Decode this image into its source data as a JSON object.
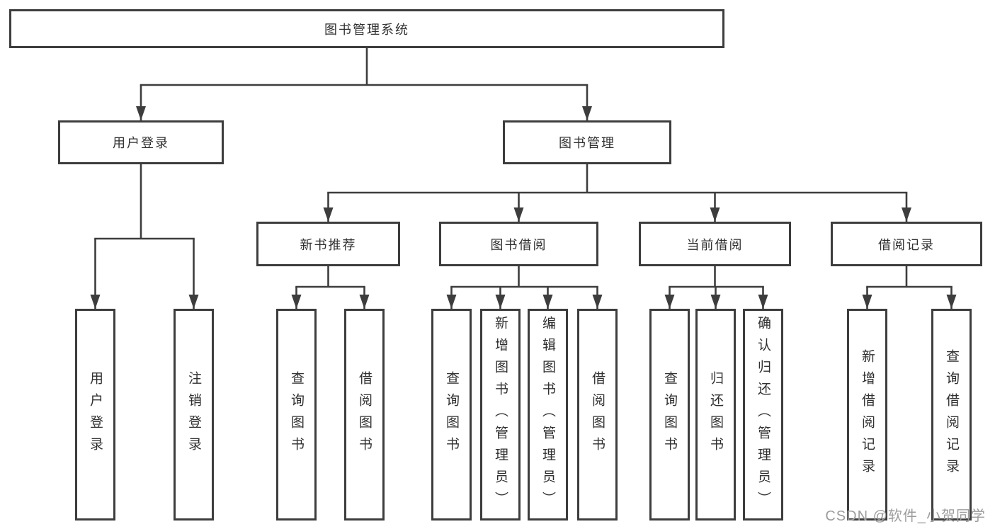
{
  "diagram": {
    "root": {
      "label": "图书管理系统"
    },
    "branches": [
      {
        "label": "用户登录",
        "leaves": [
          {
            "label": "用户登录"
          },
          {
            "label": "注销登录"
          }
        ]
      },
      {
        "label": "图书管理",
        "groups": [
          {
            "label": "新书推荐",
            "leaves": [
              {
                "label": "查询图书"
              },
              {
                "label": "借阅图书"
              }
            ]
          },
          {
            "label": "图书借阅",
            "leaves": [
              {
                "label": "查询图书"
              },
              {
                "label": "新增图书（管理员）"
              },
              {
                "label": "编辑图书（管理员）"
              },
              {
                "label": "借阅图书"
              }
            ]
          },
          {
            "label": "当前借阅",
            "leaves": [
              {
                "label": "查询图书"
              },
              {
                "label": "归还图书"
              },
              {
                "label": "确认归还（管理员）"
              }
            ]
          },
          {
            "label": "借阅记录",
            "leaves": [
              {
                "label": "新增借阅记录"
              },
              {
                "label": "查询借阅记录"
              }
            ]
          }
        ]
      }
    ]
  },
  "watermark": {
    "text": "CSDN @软件_小贺同学"
  },
  "colors": {
    "line": "#3d3d3d",
    "box_border": "#3d3d3d",
    "text": "#303030",
    "background": "#ffffff",
    "watermark": "#9c9c9c"
  }
}
